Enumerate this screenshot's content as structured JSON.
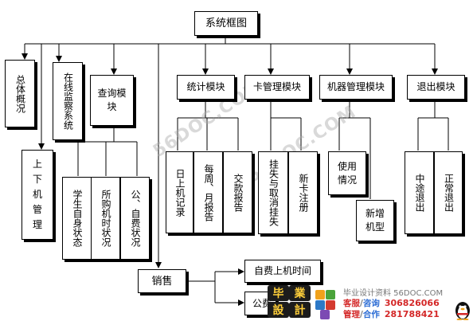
{
  "diagram": {
    "root": "系统框图",
    "top_level": [
      "总体概况",
      "在线监察系统",
      "查询模块",
      "统计模块",
      "卡管理模块",
      "机器管理模块",
      "退出模块"
    ],
    "left_branch": "上下机管理",
    "query_children": [
      "学生自身状态",
      "所购机时状况",
      "公、自费状况"
    ],
    "stats_children": [
      "日上机记录",
      "每周、月报告",
      "交款报告"
    ],
    "card_children": [
      "挂失与取消挂失",
      "新卡注册"
    ],
    "machine_children": [
      "使用情况",
      "新增机型"
    ],
    "exit_children": [
      "中途退出",
      "正常退出"
    ],
    "sales": "销售",
    "sales_children": [
      "自费上机时间",
      "公费"
    ]
  },
  "watermark": "56DOC.COM",
  "banner": {
    "logo_chars": [
      "毕",
      "業",
      "設",
      "計"
    ],
    "site_line": "毕业设计资料 56DOC.COM",
    "row1_key": "客服",
    "row1_sep": "/",
    "row1_key2": "咨询",
    "row1_num": "306826066",
    "row2_key": "管理",
    "row2_sep": "/",
    "row2_key2": "合作",
    "row2_num": "281788421"
  }
}
